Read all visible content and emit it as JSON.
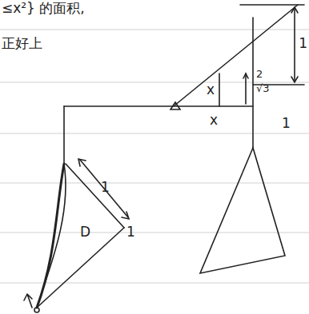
{
  "diagram": {
    "labels": [
      "≤x²} 的面积,",
      "正好上",
      "1",
      "x",
      "2",
      "√3",
      "x",
      "1",
      "1",
      "D",
      "1"
    ]
  }
}
